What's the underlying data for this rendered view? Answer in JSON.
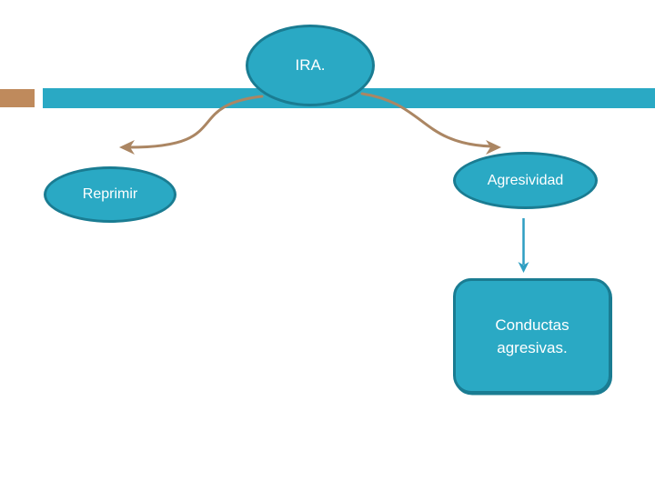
{
  "slide": {
    "nodes": {
      "ira": {
        "label": "IRA."
      },
      "reprimir": {
        "label": "Reprimir"
      },
      "agresividad": {
        "label": "Agresividad"
      },
      "conductas": {
        "label": "Conductas agresivas."
      }
    },
    "connectors": [
      {
        "name": "ira-to-reprimir",
        "style": "curved",
        "color_key": "connector_tan"
      },
      {
        "name": "ira-to-agresividad",
        "style": "curved",
        "color_key": "connector_tan"
      },
      {
        "name": "agresividad-to-conductas",
        "style": "straight",
        "color_key": "connector_blue"
      }
    ]
  },
  "colors": {
    "background": "#FFFFFF",
    "shape_fill": "#2AA9C4",
    "shape_border": "#1A7C92",
    "bar_fill": "#2AA9C4",
    "accent_bar": "#BF8A5C",
    "connector_tan": "#AB8663",
    "connector_blue": "#2E9EC2",
    "label_text": "#FFFFFF"
  }
}
